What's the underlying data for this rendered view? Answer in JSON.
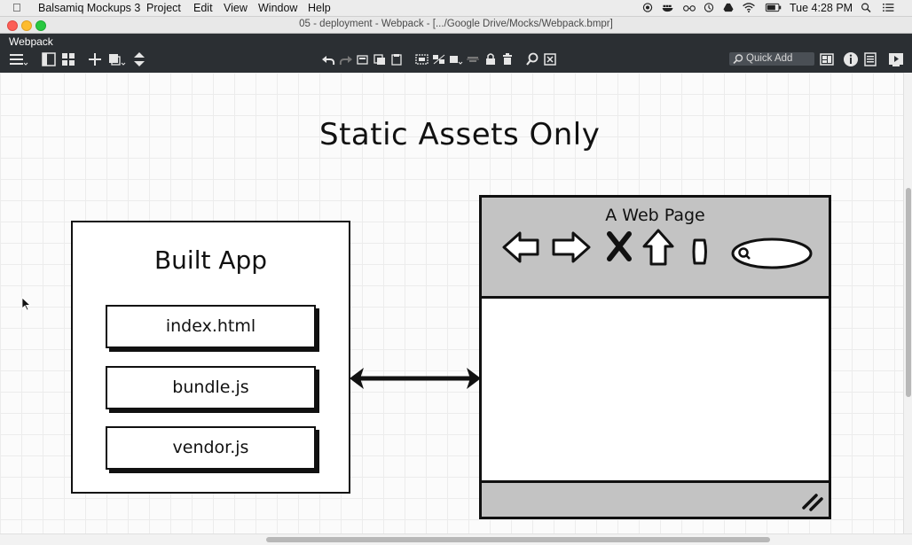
{
  "menubar": {
    "app": "Balsamiq Mockups 3",
    "items": [
      "Project",
      "Edit",
      "View",
      "Window",
      "Help"
    ],
    "clock": "Tue 4:28 PM"
  },
  "window": {
    "title": "05 - deployment - Webpack - [.../Google Drive/Mocks/Webpack.bmpr]"
  },
  "toolbar": {
    "project_name": "Webpack",
    "quick_add": "Quick Add"
  },
  "mockup": {
    "heading": "Static Assets Only",
    "built_app": {
      "title": "Built App",
      "files": [
        "index.html",
        "bundle.js",
        "vendor.js"
      ]
    },
    "browser": {
      "title": "A Web Page"
    }
  },
  "colors": {
    "toolbar_bg": "#2b2f33",
    "browser_chrome": "#c3c3c3"
  }
}
